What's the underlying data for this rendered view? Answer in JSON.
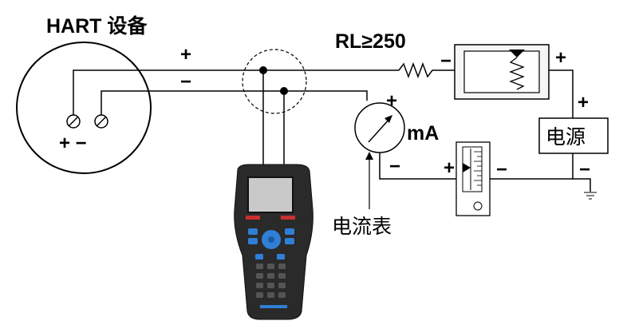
{
  "labels": {
    "hart_device": "HART 设备",
    "load_resistor": "RL≥250",
    "ammeter_unit": "mA",
    "power_supply": "电源",
    "ammeter_caption": "电流表"
  },
  "polarity": {
    "hart_top_plus": "+",
    "hart_top_minus": "−",
    "hart_terminals": "+ −",
    "resistor_minus": "−",
    "resistor_plus": "+",
    "psu_plus": "+",
    "psu_minus": "−",
    "ammeter_plus": "+",
    "ammeter_minus": "−",
    "meter_plus": "+",
    "meter_minus": "−"
  },
  "colors": {
    "line": "#000000",
    "handheld_body": "#2a2a2a",
    "handheld_accent": "#2f7fd6",
    "screen": "#c9c9c9"
  }
}
